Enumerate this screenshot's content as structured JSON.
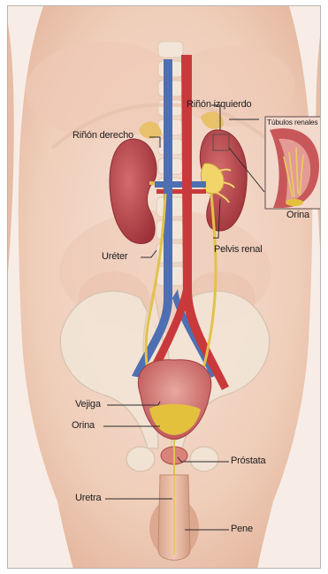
{
  "labels": {
    "rinon_derecho": "Riñón derecho",
    "rinon_izquierdo": "Riñón izquierdo",
    "tubulos_renales": "Túbulos renales",
    "orina_inset": "Orina",
    "ureter": "Uréter",
    "pelvis_renal": "Pelvis renal",
    "vejiga": "Vejiga",
    "orina": "Orina",
    "prostata": "Próstata",
    "uretra": "Uretra",
    "pene": "Pene"
  },
  "colors": {
    "skin": "#f1d2c0",
    "kidney": "#b5454a",
    "aorta": "#c9393b",
    "vena_cava": "#4e6fb2",
    "ureter": "#e2c24a",
    "bladder": "#c65a5a",
    "urine": "#e4c13d"
  }
}
